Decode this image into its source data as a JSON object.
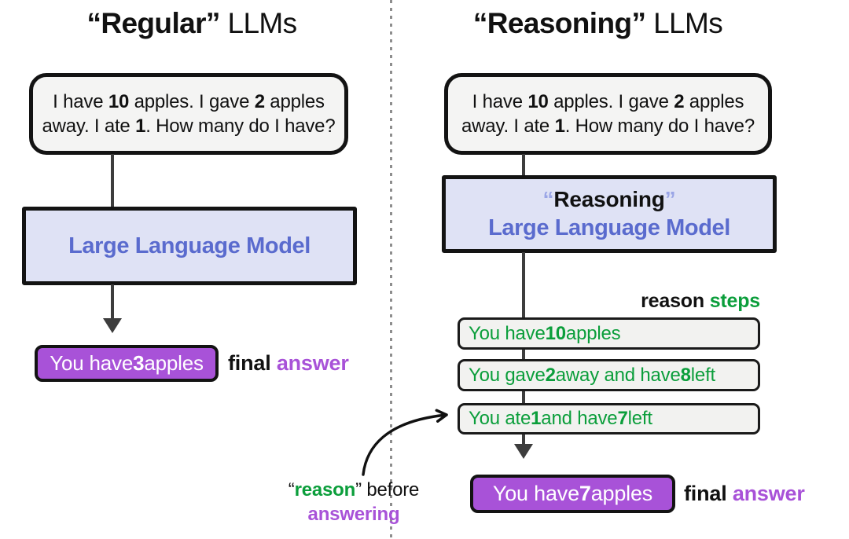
{
  "colors": {
    "accent_blue": "#5a6bce",
    "lavender_fill": "#dfe2f5",
    "purple": "#a852d8",
    "green": "#0b9e3b",
    "light_gray_fill": "#f3f3f1",
    "arrow_gray": "#3d3d3d",
    "divider_gray": "#8e8e8e",
    "border_black": "#131313",
    "quote_blue": "#9aa5e6"
  },
  "left": {
    "title": [
      {
        "t": "“Regular”",
        "b": 1
      },
      {
        "t": " LLMs"
      }
    ],
    "prompt_line1": [
      {
        "t": "I have "
      },
      {
        "t": "10",
        "b": 1
      },
      {
        "t": " apples. I gave "
      },
      {
        "t": "2",
        "b": 1
      },
      {
        "t": " apples"
      }
    ],
    "prompt_line2": [
      {
        "t": "away. I ate "
      },
      {
        "t": "1",
        "b": 1
      },
      {
        "t": ". How many do I have?"
      }
    ],
    "model_label": "Large Language Model",
    "answer_box": [
      {
        "t": "You have "
      },
      {
        "t": "3",
        "b": 1
      },
      {
        "t": " apples"
      }
    ],
    "final_label": [
      {
        "t": "final ",
        "b": 1,
        "c": "c-black"
      },
      {
        "t": "answer",
        "b": 1,
        "c": "c-purple"
      }
    ]
  },
  "right": {
    "title": [
      {
        "t": "“Reasoning”",
        "b": 1
      },
      {
        "t": " LLMs"
      }
    ],
    "prompt_line1": [
      {
        "t": "I have "
      },
      {
        "t": "10",
        "b": 1
      },
      {
        "t": " apples. I gave "
      },
      {
        "t": "2",
        "b": 1
      },
      {
        "t": " apples"
      }
    ],
    "prompt_line2": [
      {
        "t": "away. I ate "
      },
      {
        "t": "1",
        "b": 1
      },
      {
        "t": ". How many do I have?"
      }
    ],
    "model_line1": [
      {
        "t": "“",
        "b": 1,
        "c": "c-bluelight"
      },
      {
        "t": "Reasoning",
        "b": 1,
        "c": "c-black"
      },
      {
        "t": "”",
        "b": 1,
        "c": "c-bluelight"
      }
    ],
    "model_line2": "Large Language Model",
    "steps_label": [
      {
        "t": "reason ",
        "b": 1,
        "c": "c-black"
      },
      {
        "t": "steps",
        "b": 1,
        "c": "c-green"
      }
    ],
    "steps": {
      "step1": [
        {
          "t": "You have "
        },
        {
          "t": "10",
          "b": 1
        },
        {
          "t": " apples"
        }
      ],
      "step2": [
        {
          "t": "You gave "
        },
        {
          "t": "2",
          "b": 1
        },
        {
          "t": " away and have "
        },
        {
          "t": "8",
          "b": 1
        },
        {
          "t": " left"
        }
      ],
      "step3": [
        {
          "t": "You ate "
        },
        {
          "t": "1",
          "b": 1
        },
        {
          "t": " and have "
        },
        {
          "t": "7",
          "b": 1
        },
        {
          "t": " left"
        }
      ]
    },
    "answer_box": [
      {
        "t": "You have "
      },
      {
        "t": "7",
        "b": 1
      },
      {
        "t": " apples"
      }
    ],
    "final_label": [
      {
        "t": "final ",
        "b": 1,
        "c": "c-black"
      },
      {
        "t": "answer",
        "b": 1,
        "c": "c-purple"
      }
    ]
  },
  "annotation": {
    "line1": [
      {
        "t": "“"
      },
      {
        "t": "reason",
        "b": 1,
        "c": "c-green"
      },
      {
        "t": "” before"
      }
    ],
    "line2": [
      {
        "t": "answering",
        "b": 1,
        "c": "c-purple"
      }
    ]
  }
}
